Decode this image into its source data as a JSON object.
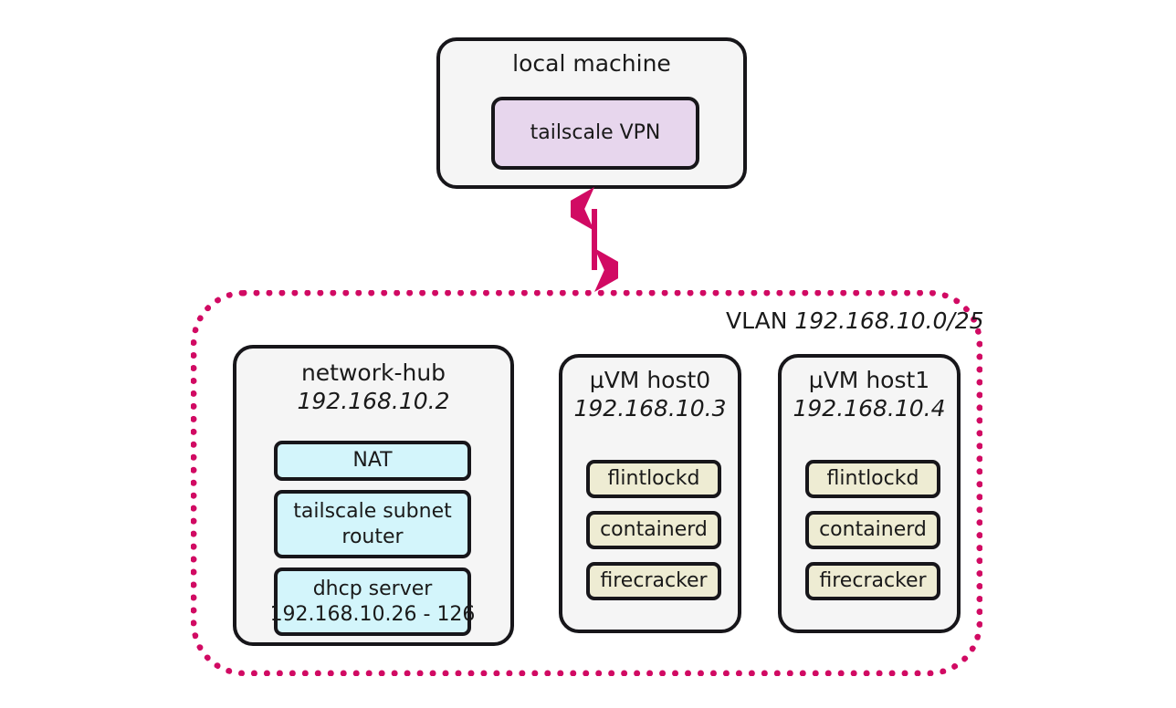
{
  "diagram": {
    "colors": {
      "vlan_border": "#d10a63",
      "arrow": "#d10a63",
      "node_border": "#17161a",
      "node_fill": "#f5f5f5",
      "vpn_fill": "#e7d6ed",
      "service_fill_cyan": "#d3f5fb",
      "service_fill_khaki": "#eeecd3"
    },
    "local_machine": {
      "title": "local machine",
      "vpn": {
        "label": "tailscale VPN"
      }
    },
    "connector": {
      "icon": "double-headed-vertical-arrow",
      "from": "local machine",
      "to": "VLAN 192.168.10.0/25"
    },
    "vlan": {
      "label_prefix": "VLAN ",
      "cidr": "192.168.10.0/25",
      "nodes": [
        {
          "name": "network-hub",
          "ip": "192.168.10.2",
          "services": [
            {
              "lines": [
                "NAT"
              ]
            },
            {
              "lines": [
                "tailscale subnet",
                "router"
              ]
            },
            {
              "lines": [
                "dhcp server",
                "192.168.10.26 - 126"
              ]
            }
          ]
        },
        {
          "name": "µVM host0",
          "ip": "192.168.10.3",
          "services": [
            {
              "lines": [
                "flintlockd"
              ]
            },
            {
              "lines": [
                "containerd"
              ]
            },
            {
              "lines": [
                "firecracker"
              ]
            }
          ]
        },
        {
          "name": "µVM host1",
          "ip": "192.168.10.4",
          "services": [
            {
              "lines": [
                "flintlockd"
              ]
            },
            {
              "lines": [
                "containerd"
              ]
            },
            {
              "lines": [
                "firecracker"
              ]
            }
          ]
        }
      ]
    }
  }
}
